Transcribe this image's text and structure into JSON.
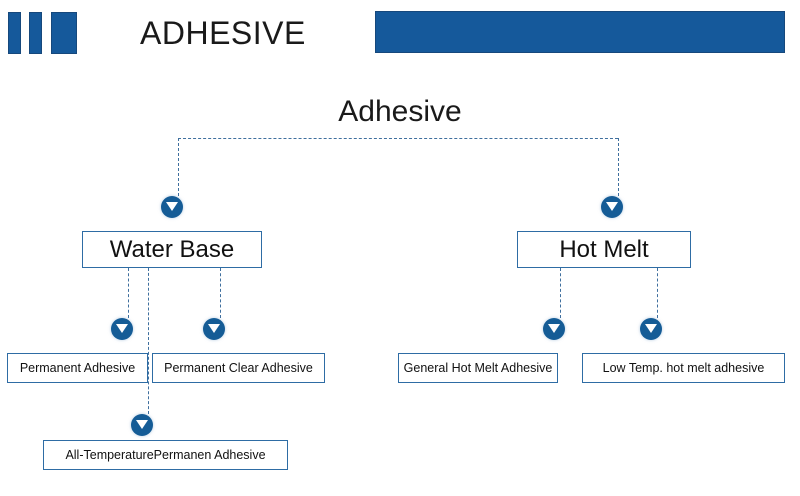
{
  "header": {
    "title": "ADHESIVE",
    "accent_color": "#15599B",
    "bars": [
      {
        "name": "logo-bar-1"
      },
      {
        "name": "logo-bar-2"
      },
      {
        "name": "logo-bar-3"
      }
    ],
    "right_bar_label": ""
  },
  "diagram": {
    "type": "tree",
    "root": {
      "label": "Adhesive"
    },
    "branches": [
      {
        "label": "Water Base",
        "children": [
          {
            "label": "Permanent Adhesive"
          },
          {
            "label": "Permanent Clear Adhesive"
          },
          {
            "label": "All-TemperaturePermanen Adhesive"
          }
        ]
      },
      {
        "label": "Hot Melt",
        "children": [
          {
            "label": "General Hot Melt Adhesive"
          },
          {
            "label": "Low Temp. hot melt adhesive"
          }
        ]
      }
    ],
    "connector_color": "#3f6f9e",
    "marker_color": "#155C96",
    "box_border_color": "#2e6ca4"
  }
}
